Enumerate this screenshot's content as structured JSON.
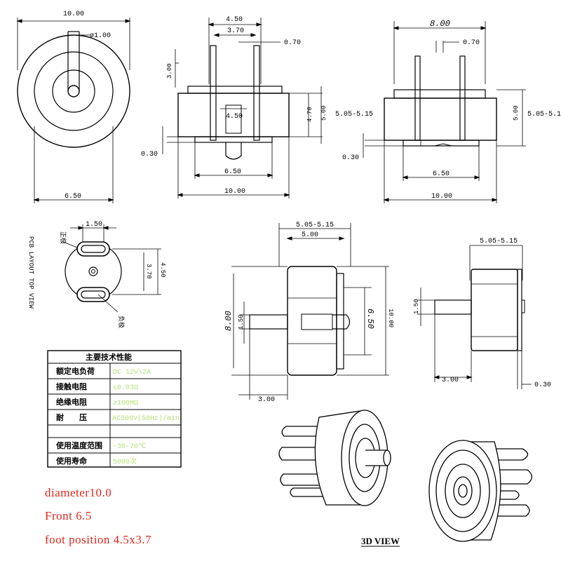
{
  "dimensions": {
    "d10_00": "10.00",
    "d1_00": "ø1.00",
    "d6_50": "6.50",
    "d4_50": "4.50",
    "d3_70": "3.70",
    "d0_70": "0.70",
    "d3_00": "3.00",
    "d4_70": "4.70",
    "d5_00": "5.00",
    "d5_05_515": "5.05-5.15",
    "d0_30": "0.30",
    "d8_00": "8.00",
    "d1_50": "1.50",
    "d3_00_cut": "3.00"
  },
  "pcb": {
    "title": "PCB LAYOUT TOP VIEW",
    "pos_label": "正极",
    "neg_label": "负极"
  },
  "spec_table": {
    "title": "主要技术性能",
    "rows": [
      {
        "label": "额定电负荷",
        "value": "DC 12V\\2A"
      },
      {
        "label": "接触电阻",
        "value": "≤0.03Ω"
      },
      {
        "label": "绝缘电阻",
        "value": "≥100MΩ"
      },
      {
        "label": "耐　　压",
        "value": "AC500V(50Hz)/min"
      },
      {
        "label": "",
        "value": ""
      },
      {
        "label": "使用温度范围",
        "value": "-30-70℃"
      },
      {
        "label": "使用寿命",
        "value": "5000次"
      }
    ]
  },
  "notes": [
    "diameter10.0",
    "Front 6.5",
    "foot position 4.5x3.7"
  ],
  "view3d_label": "3D VIEW",
  "colors": {
    "line": "#000000",
    "note": "#e0271a",
    "spec_value": "#b8e07a"
  }
}
